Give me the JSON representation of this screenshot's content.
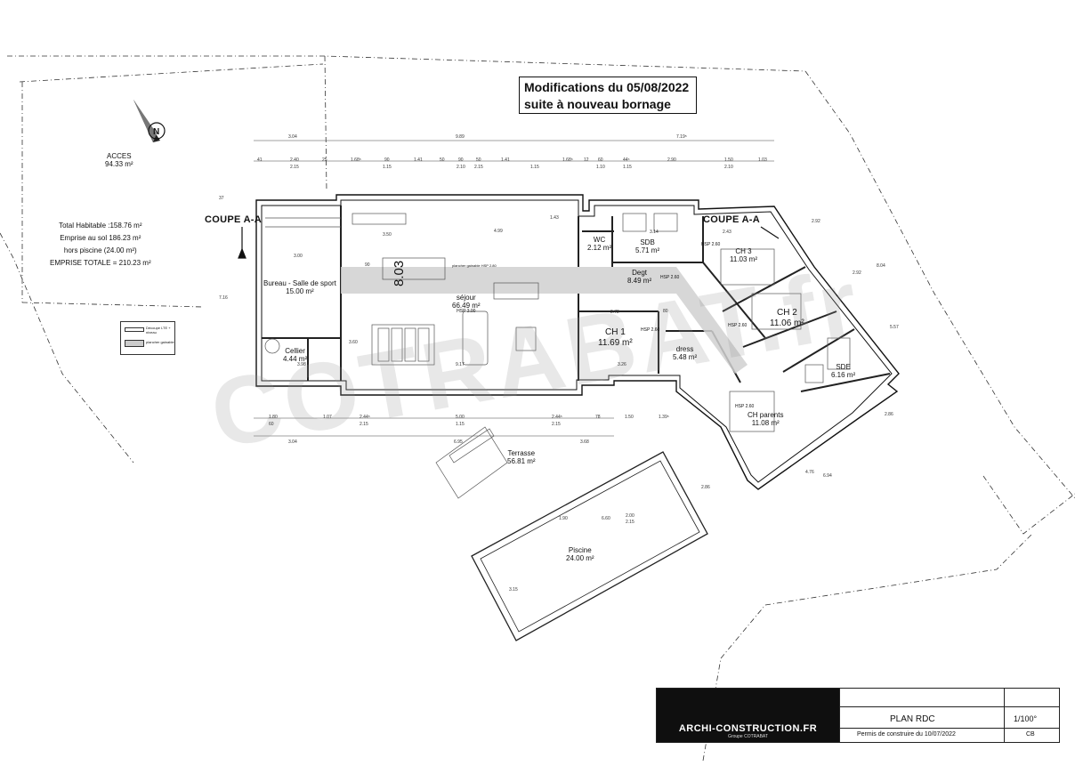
{
  "notice": {
    "line1": "Modifications du 05/08/2022",
    "line2": "suite à nouveau bornage"
  },
  "acces": {
    "name": "ACCES",
    "area": "94.33 m²"
  },
  "stats": {
    "total_habitable": "Total Habitable :158.76 m²",
    "emprise_sol": "Emprise au sol 186.23 m²",
    "hors_piscine": "hors  piscine (24.00 m²)",
    "emprise_totale": "EMPRISE TOTALE = 210.23 m²"
  },
  "coupe_labels": [
    "COUPE A-A",
    "COUPE A-A"
  ],
  "rooms": {
    "bureau": {
      "name": "Bureau - Salle de sport",
      "area": "15.00 m²"
    },
    "cellier": {
      "name": "Cellier",
      "area": "4.44 m²"
    },
    "sejour": {
      "name": "séjour",
      "area": "66.49 m²",
      "hsp": "HSP 3.00"
    },
    "wc": {
      "name": "WC",
      "area": "2.12 m²"
    },
    "sdb": {
      "name": "SDB",
      "area": "5.71 m²"
    },
    "degt": {
      "name": "Degt",
      "area": "8.49 m²",
      "hsp": "HSP 2.60"
    },
    "ch1": {
      "name": "CH 1",
      "area": "11.69 m²",
      "hsp": "HSP 2.60"
    },
    "ch2": {
      "name": "CH 2",
      "area": "11.06 m²",
      "hsp": "HSP 2.60"
    },
    "ch3": {
      "name": "CH 3",
      "area": "11.03 m²",
      "hsp": "HSP 2.60"
    },
    "dress": {
      "name": "dress",
      "area": "5.48 m²"
    },
    "sde": {
      "name": "SDE",
      "area": "6.16 m²"
    },
    "chparents": {
      "name": "CH parents",
      "area": "11.08 m²",
      "hsp": "HSP 2.60"
    },
    "terrasse": {
      "name": "Terrasse",
      "area": "56.81 m²"
    },
    "piscine": {
      "name": "Piscine",
      "area": "24.00 m²"
    }
  },
  "big_dimension": "8.03",
  "dims_top_row1": [
    "3.04",
    "9.89",
    "7.19⁵"
  ],
  "dims_top_row2": [
    "41",
    "2.40",
    "25",
    "1.68⁵",
    "90",
    "1.41",
    "50",
    "90",
    "50",
    "1.41",
    "1.68⁵",
    "12",
    "60",
    "44⁵",
    "2.90",
    "1.50",
    "1.03"
  ],
  "dims_top_row3": [
    "2.15",
    "1.15",
    "2.10",
    "2.15",
    "1.15",
    "1.10",
    "1.15",
    "2.10"
  ],
  "dims_bottom_row1": [
    "1.80",
    "1.07",
    "2.44⁵",
    "5.00",
    "2.44⁵",
    "78",
    "1.50",
    "1.39⁵"
  ],
  "dims_bottom_row2": [
    "60",
    "2.15",
    "1.15",
    "2.15"
  ],
  "dims_bottom_row3": [
    "3.04",
    "6.95",
    "3.68"
  ],
  "interior_dims": [
    "3.50",
    "4.99",
    "3.14",
    "2.43",
    "3.00",
    "90",
    "3.60",
    "3.98",
    "9.17",
    "2.72",
    "3.26",
    "80",
    "1.43"
  ],
  "side_dims": [
    "2.92",
    "8.04",
    "2.92",
    "5.57",
    "2.86",
    "4.76",
    "6.94",
    "2.86",
    "7.16",
    "37"
  ],
  "pool_dims": [
    "1.90",
    "6.60",
    "2.00",
    "2.15",
    "3.15"
  ],
  "legend": {
    "row1": "Découpe LTE + niveau",
    "row2": "plancher gainable"
  },
  "plancher_note": "plancher gainable HSP 2.80",
  "titleblock": {
    "company": "ARCHI-CONSTRUCTION.FR",
    "group": "Groupe COTRABAT",
    "plan_title": "PLAN RDC",
    "scale": "1/100°",
    "permis": "Permis de construire du 10/07/2022",
    "author": "CB"
  },
  "watermark": "COTRABAT.fr"
}
